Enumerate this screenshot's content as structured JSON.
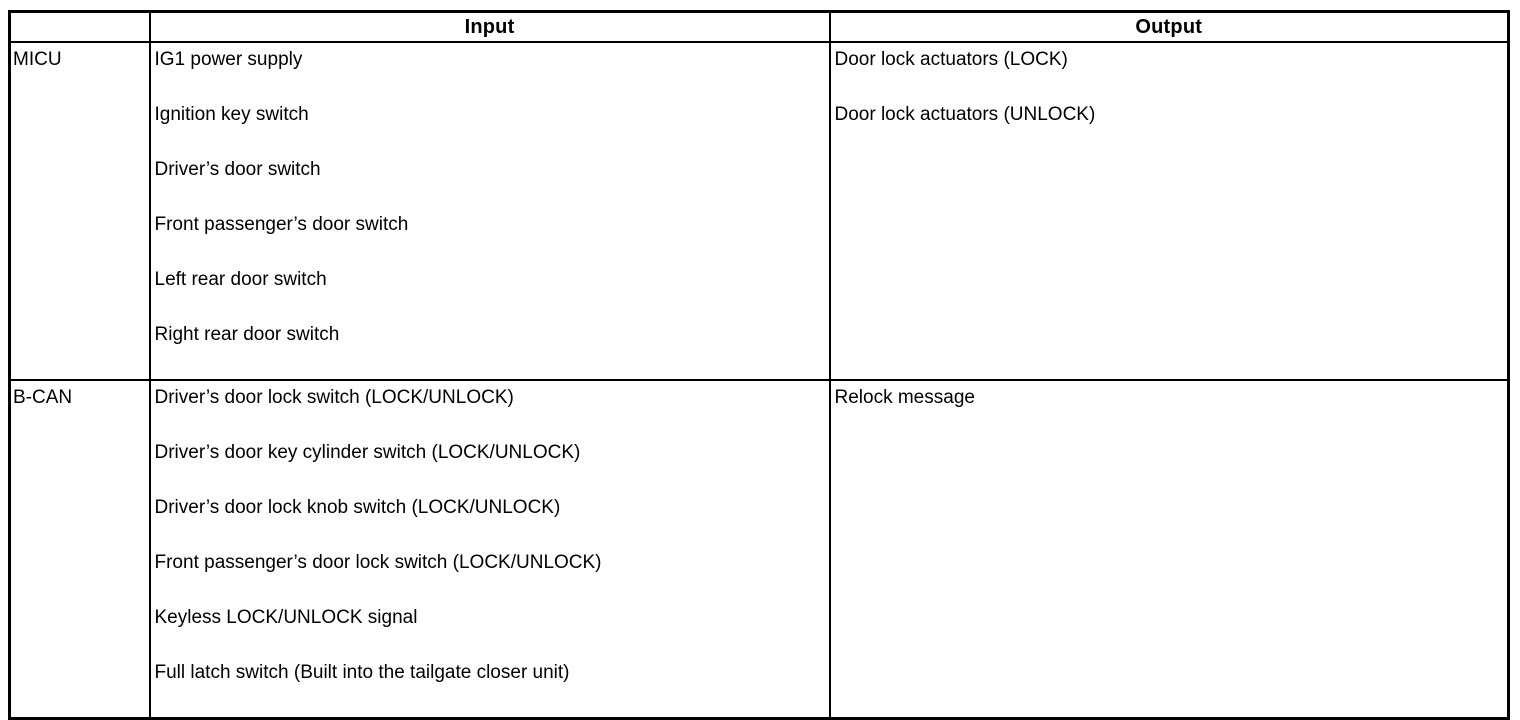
{
  "table": {
    "header": {
      "source_label": "",
      "input_label": "Input",
      "output_label": "Output"
    },
    "rows": [
      {
        "label": "MICU",
        "inputs": [
          "IG1 power supply",
          "Ignition key switch",
          "Driver’s door switch",
          "Front passenger’s door switch",
          "Left rear door switch",
          "Right rear door switch"
        ],
        "outputs": [
          "Door lock actuators (LOCK)",
          "Door lock actuators (UNLOCK)"
        ]
      },
      {
        "label": "B-CAN",
        "inputs": [
          "Driver’s door lock switch (LOCK/UNLOCK)",
          "Driver’s door key cylinder switch (LOCK/UNLOCK)",
          "Driver’s door lock knob switch (LOCK/UNLOCK)",
          "Front passenger’s door lock switch (LOCK/UNLOCK)",
          "Keyless LOCK/UNLOCK signal",
          "Full latch switch (Built into the tailgate closer unit)"
        ],
        "outputs": [
          "Relock message"
        ]
      }
    ]
  },
  "colors": {
    "border": "#000000",
    "text": "#000000",
    "background": "#ffffff"
  }
}
